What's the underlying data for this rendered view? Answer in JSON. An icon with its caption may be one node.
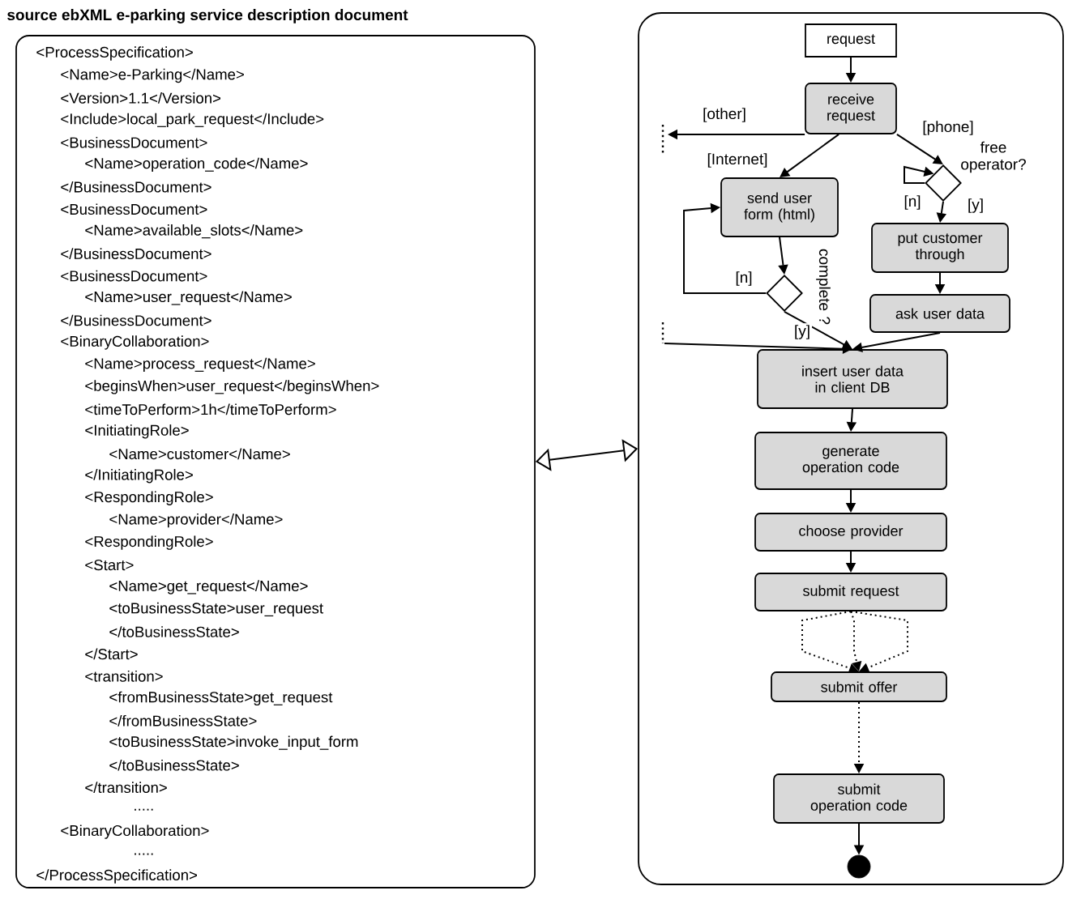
{
  "diagram": {
    "title": "source ebXML e-parking service description document",
    "nodes": [
      {
        "text": [
          "<ProcessSpecification>",
          "<Name>e-Parking</Name>",
          "<Version>1.1</Version>",
          "<Include>local_park_request</Include>",
          "<BusinessDocument>",
          "<Name>operation_code</Name>",
          "</BusinessDocument>",
          "<BusinessDocument>",
          "<Name>available_slots</Name>",
          "</BusinessDocument>",
          "<BusinessDocument>",
          "<Name>user_request</Name>",
          "</BusinessDocument>",
          "<BinaryCollaboration>",
          "<Name>process_request</Name>",
          "<beginsWhen>user_request</beginsWhen>",
          "<timeToPerform>1h</timeToPerform>",
          "<InitiatingRole>",
          "<Name>customer</Name>",
          "</InitiatingRole>",
          "<RespondingRole>",
          "<Name>provider</Name>",
          "<RespondingRole>",
          "<Start>",
          "<Name>get_request</Name>",
          "<toBusinessState>user_request",
          "</toBusinessState>",
          "</Start>",
          "<transition>",
          "<fromBusinessState>get_request",
          "</fromBusinessState>",
          "<toBusinessState>invoke_input_form",
          "</toBusinessState>",
          "</transition>",
          ".....",
          "<BinaryCollaboration>",
          ".....",
          "</ProcessSpecification>"
        ]
      },
      {
        "text": [],
        "shape": "box"
      },
      {
        "text": [
          "request"
        ],
        "in": 1
      },
      {
        "text": [
          "receive request"
        ],
        "in": 1
      },
      {
        "text": [
          "send user form (html)"
        ],
        "in": 1
      },
      {
        "text": [],
        "shape": "diamond",
        "in": 1,
        "beside": [
          "free operator?"
        ]
      },
      {
        "text": [
          "put customer through"
        ],
        "in": 1
      },
      {
        "text": [
          "ask user data"
        ],
        "in": 1
      },
      {
        "text": [],
        "shape": "diamond",
        "in": 1,
        "beside": [
          "complete ?"
        ]
      },
      {
        "text": [
          "insert user data in client DB"
        ],
        "in": 1
      },
      {
        "text": [
          "generate operation code"
        ],
        "in": 1
      },
      {
        "text": [
          "choose provider"
        ],
        "in": 1
      },
      {
        "text": [
          "submit request"
        ],
        "in": 1
      },
      {
        "text": [
          "submit offer"
        ],
        "in": 1
      },
      {
        "text": [
          "submit operation code"
        ],
        "in": 1
      },
      {
        "text": [],
        "shape": "circle",
        "in": 1
      }
    ],
    "edges": [
      {
        "from": 0,
        "to": 1,
        "arrow": "both"
      },
      {
        "from": 2,
        "to": 3,
        "arrow": "to"
      },
      {
        "from": 3,
        "to": null,
        "arrow": "to",
        "label": "[other]"
      },
      {
        "from": 3,
        "to": 4,
        "arrow": "to",
        "label": "[Internet]"
      },
      {
        "from": 3,
        "to": 5,
        "arrow": "to",
        "label": "[phone]"
      },
      {
        "from": 5,
        "to": 5,
        "arrow": "to",
        "label": "[n]"
      },
      {
        "from": 5,
        "to": 6,
        "arrow": "to",
        "label": "[y]"
      },
      {
        "from": 6,
        "to": 7,
        "arrow": "to"
      },
      {
        "from": 4,
        "to": 8,
        "arrow": "to"
      },
      {
        "from": 8,
        "to": 4,
        "arrow": "to",
        "label": "[n]"
      },
      {
        "from": 8,
        "to": 9,
        "arrow": "to",
        "label": "[y]"
      },
      {
        "from": 7,
        "to": 9,
        "arrow": "to"
      },
      {
        "from": null,
        "to": 9,
        "arrow": "to"
      },
      {
        "from": 9,
        "to": 10,
        "arrow": "to"
      },
      {
        "from": 10,
        "to": 11,
        "arrow": "to"
      },
      {
        "from": 11,
        "to": 12,
        "arrow": "to"
      },
      {
        "from": 12,
        "to": 13,
        "arrow": "to",
        "style": "dashed"
      },
      {
        "from": 12,
        "to": 13,
        "arrow": "to",
        "style": "dashed"
      },
      {
        "from": 12,
        "to": 13,
        "arrow": "to",
        "style": "dashed"
      },
      {
        "from": 13,
        "to": 14,
        "arrow": "to",
        "style": "dashed"
      },
      {
        "from": 14,
        "to": 15,
        "arrow": "to"
      }
    ]
  }
}
